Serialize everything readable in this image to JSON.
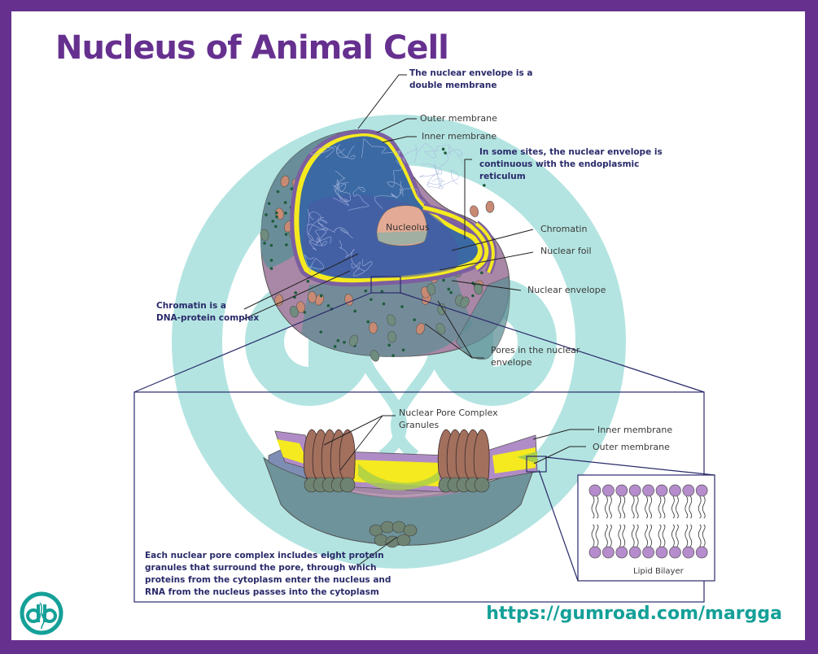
{
  "title": "Nucleus of Animal Cell",
  "colors": {
    "frame": "#66308f",
    "watermark": "#b3e4e1",
    "teal": "#14a098",
    "note_text": "#2a2a6b",
    "nucleus_blue": "#3d6fa6",
    "nucleolus": "#e3aa95",
    "membrane_yellow": "#f5ea1f",
    "membrane_purple": "#b08cc6",
    "cytoplasm_teal": "#5e8f96",
    "cytoplasm_mauve": "#a987a6",
    "granule_brown": "#a3705e"
  },
  "labels": {
    "double_membrane": [
      "The nuclear envelope is a",
      "double membrane"
    ],
    "outer_membrane_top": "Outer membrane",
    "inner_membrane_top": "Inner membrane",
    "er_continuous": [
      "In some sites, the nuclear envelope is",
      "continuous with the endoplasmic",
      "reticulum"
    ],
    "nucleolus": "Nucleolus",
    "chromatin": "Chromatin",
    "nuclear_foil": "Nuclear foil",
    "nuclear_envelope": "Nuclear envelope",
    "chromatin_dna": [
      "Chromatin is a",
      "DNA-protein complex"
    ],
    "pores": [
      "Pores in the nuclear",
      "envelope"
    ],
    "npc_granules": [
      "Nuclear Pore Complex",
      "Granules"
    ],
    "inner_membrane_inset": "Inner membrane",
    "outer_membrane_inset": "Outer membrane",
    "npc_description": [
      "Each nuclear pore complex includes eight protein",
      "granules that surround the pore, through which",
      "proteins from the cytoplasm enter the nucleus and",
      "RNA from the nucleus passes into the cytoplasm"
    ],
    "lipid_bilayer": "Lipid Bilayer"
  },
  "lipid_bilayer": {
    "heads_per_row": 9
  },
  "footer": {
    "url": "https://gumroad.com/margga",
    "logo_text": "dbb"
  }
}
